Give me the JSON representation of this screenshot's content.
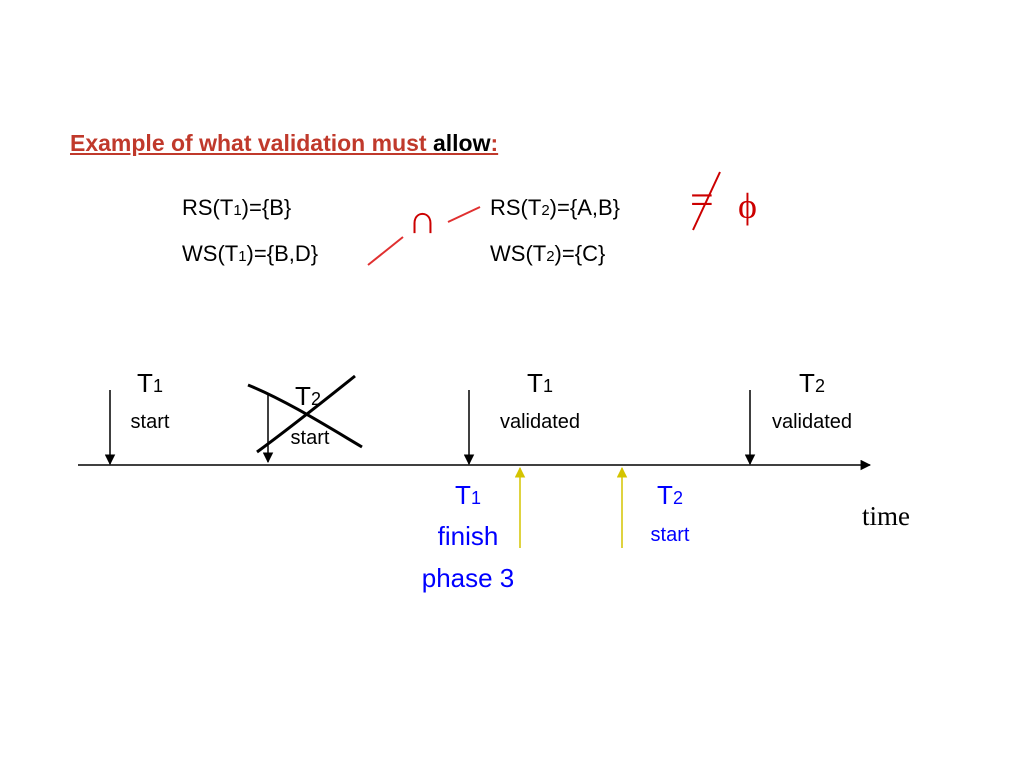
{
  "title": {
    "prefix": "Example of what validation must ",
    "emphasis": "allow",
    "suffix": ":"
  },
  "sets": {
    "rs_t1": {
      "pre": "RS(T",
      "sub": "1",
      "post": ")={B}"
    },
    "ws_t1": {
      "pre": "WS(T",
      "sub": "1",
      "post": ")={B,D}"
    },
    "rs_t2": {
      "pre": "RS(T",
      "sub": "2",
      "post": ")={A,B}"
    },
    "ws_t2": {
      "pre": "WS(T",
      "sub": "2",
      "post": ")={C}"
    },
    "intersection_symbol": "∩",
    "not_equal_symbol": "=",
    "empty_set_symbol": "ϕ"
  },
  "timeline": {
    "time_label": "time",
    "events_above": [
      {
        "name": "T",
        "sub": "1",
        "label": "start"
      },
      {
        "name": "T",
        "sub": "2",
        "label": "start",
        "crossed_out": true
      },
      {
        "name": "T",
        "sub": "1",
        "label": "validated"
      },
      {
        "name": "T",
        "sub": "2",
        "label": "validated"
      }
    ],
    "events_below": [
      {
        "name": "T",
        "sub": "1",
        "line1": "finish",
        "line2": "phase 3"
      },
      {
        "name": "T",
        "sub": "2",
        "label": "start"
      }
    ]
  },
  "colors": {
    "title": "#c0392b",
    "highlight": "#0000ff",
    "crossed_out_mark": "#000000",
    "lower_arrow": "#d4c400",
    "intersection_lines": "#e03030",
    "not_equal_symbol": "#cc0000"
  }
}
